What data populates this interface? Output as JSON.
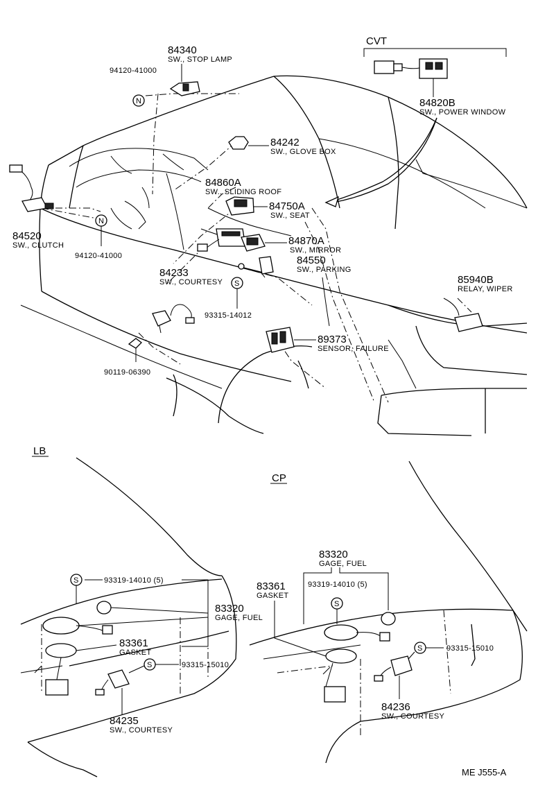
{
  "sections": {
    "cvt": "CVT",
    "lb": "LB",
    "cp": "CP"
  },
  "markers": {
    "n": "N",
    "s": "S"
  },
  "parts": {
    "p84340": {
      "number": "84340",
      "name": "SW., STOP  LAMP"
    },
    "p94120a": {
      "number": "94120-41000"
    },
    "p84820b": {
      "number": "84820B",
      "name": "SW., POWER WINDOW"
    },
    "p84242": {
      "number": "84242",
      "name": "SW., GLOVE  BOX"
    },
    "p84860a": {
      "number": "84860A",
      "name": "SW., SLIDING  ROOF"
    },
    "p84750a": {
      "number": "84750A",
      "name": "SW., SEAT"
    },
    "p84520": {
      "number": "84520",
      "name": "SW., CLUTCH"
    },
    "p94120b": {
      "number": "94120-41000"
    },
    "p84870a": {
      "number": "84870A",
      "name": "SW., MIRROR"
    },
    "p84550": {
      "number": "84550",
      "name": "SW., PARKING"
    },
    "p84233": {
      "number": "84233",
      "name": "SW., COURTESY"
    },
    "p93315_14012": {
      "number": "93315-14012"
    },
    "p85940b": {
      "number": "85940B",
      "name": "RELAY, WIPER"
    },
    "p89373": {
      "number": "89373",
      "name": "SENSOR, FAILURE"
    },
    "p90119": {
      "number": "90119-06390"
    },
    "lb_93319": {
      "number": "93319-14010 (5)"
    },
    "lb_83320": {
      "number": "83320",
      "name": "GAGE, FUEL"
    },
    "lb_83361": {
      "number": "83361",
      "name": "GASKET"
    },
    "lb_93315": {
      "number": "93315-15010"
    },
    "lb_84235": {
      "number": "84235",
      "name": "SW., COURTESY"
    },
    "cp_83320": {
      "number": "83320",
      "name": "GAGE, FUEL"
    },
    "cp_83361": {
      "number": "83361",
      "name": "GASKET"
    },
    "cp_93319": {
      "number": "93319-14010 (5)"
    },
    "cp_93315": {
      "number": "93315-15010"
    },
    "cp_84236": {
      "number": "84236",
      "name": "SW., COURTESY"
    }
  },
  "footer": {
    "code": "ME  J555-A"
  }
}
